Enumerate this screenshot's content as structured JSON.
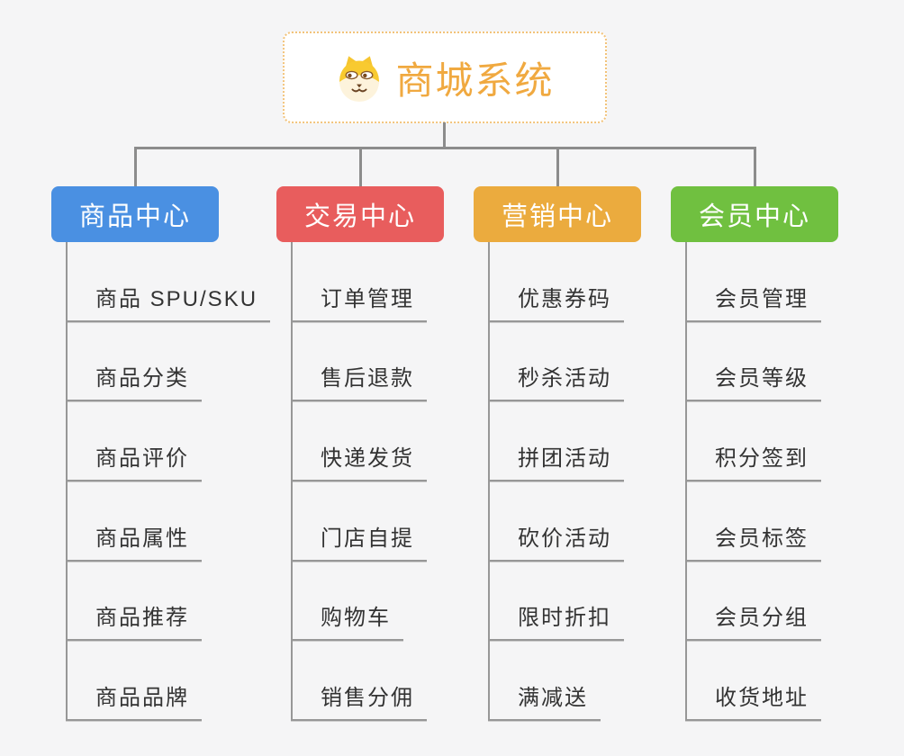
{
  "root": {
    "title": "商城系统",
    "icon": "dog-face"
  },
  "colors": {
    "background": "#f5f5f6",
    "connector": "#8c8c8c",
    "underline": "#979797",
    "root_title": "#f0a940",
    "root_border": "#f2c37a",
    "item_text": "#333333"
  },
  "branches": [
    {
      "label": "商品中心",
      "color": "#4a90e2",
      "items": [
        "商品 SPU/SKU",
        "商品分类",
        "商品评价",
        "商品属性",
        "商品推荐",
        "商品品牌"
      ]
    },
    {
      "label": "交易中心",
      "color": "#e85d5d",
      "items": [
        "订单管理",
        "售后退款",
        "快递发货",
        "门店自提",
        "购物车",
        "销售分佣"
      ]
    },
    {
      "label": "营销中心",
      "color": "#ebab3e",
      "items": [
        "优惠券码",
        "秒杀活动",
        "拼团活动",
        "砍价活动",
        "限时折扣",
        "满减送"
      ]
    },
    {
      "label": "会员中心",
      "color": "#70c040",
      "items": [
        "会员管理",
        "会员等级",
        "积分签到",
        "会员标签",
        "会员分组",
        "收货地址"
      ]
    }
  ]
}
